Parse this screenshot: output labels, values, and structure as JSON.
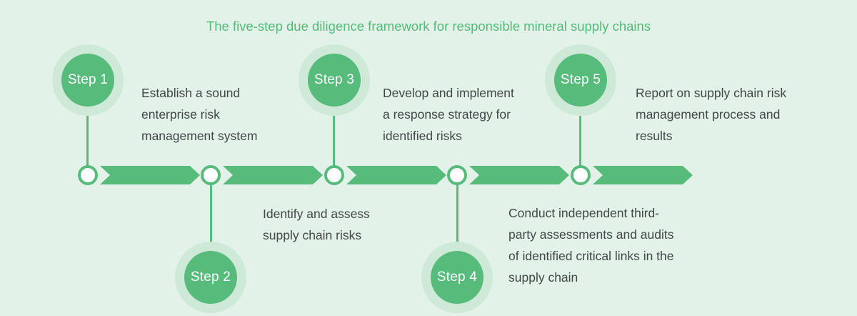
{
  "title": "The five-step due diligence framework for responsible mineral supply chains",
  "colors": {
    "bg": "#e3f2e8",
    "green": "#57bb7b",
    "halo": "#cfe9d8",
    "text": "#414649",
    "title": "#53bb7a",
    "white": "#ffffff"
  },
  "steps": [
    {
      "label": "Step 1",
      "position": "top",
      "description": "Establish a sound\nenterprise risk\nmanagement system"
    },
    {
      "label": "Step 2",
      "position": "bottom",
      "description": "Identify and assess\nsupply chain risks"
    },
    {
      "label": "Step 3",
      "position": "top",
      "description": "Develop and implement\na response strategy for\nidentified risks"
    },
    {
      "label": "Step 4",
      "position": "bottom",
      "description": "Conduct independent third-\nparty assessments and audits\nof identified critical links in the\nsupply chain"
    },
    {
      "label": "Step 5",
      "position": "top",
      "description": "Report on supply chain risk\nmanagement process and\nresults"
    }
  ]
}
